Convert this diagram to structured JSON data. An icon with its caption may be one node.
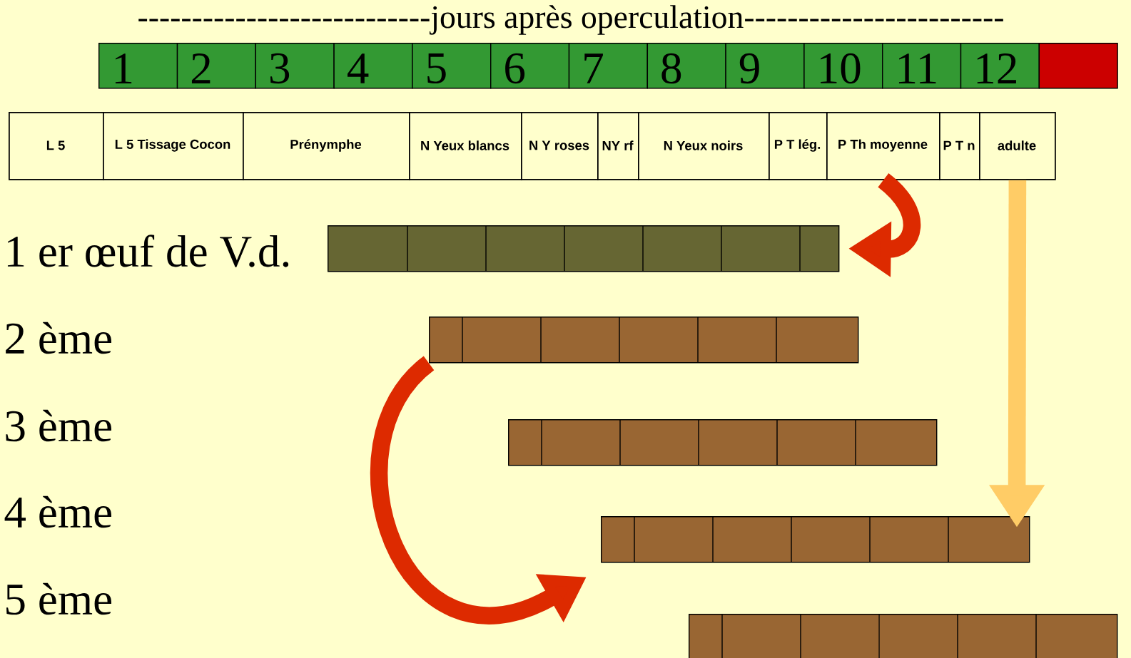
{
  "diagram": {
    "title": "---------------------------jours après operculation------------------------",
    "nodes": [
      {
        "text": [
          "1"
        ]
      },
      {
        "text": [
          "2"
        ]
      },
      {
        "text": [
          "3"
        ]
      },
      {
        "text": [
          "4"
        ]
      },
      {
        "text": [
          "5"
        ]
      },
      {
        "text": [
          "6"
        ]
      },
      {
        "text": [
          "7"
        ]
      },
      {
        "text": [
          "8"
        ]
      },
      {
        "text": [
          "9"
        ]
      },
      {
        "text": [
          "10"
        ]
      },
      {
        "text": [
          "11"
        ]
      },
      {
        "text": [
          "12"
        ]
      },
      {
        "text": [],
        "shape": "box"
      },
      {
        "text": [
          "L 5"
        ]
      },
      {
        "text": [
          "L 5 Tissage Cocon"
        ]
      },
      {
        "text": [
          "Prénymphe"
        ]
      },
      {
        "text": [
          "N Yeux blancs"
        ]
      },
      {
        "text": [
          "N Y roses"
        ]
      },
      {
        "text": [
          "NY rf"
        ]
      },
      {
        "text": [
          "N Yeux noirs"
        ]
      },
      {
        "text": [
          "P T lég."
        ]
      },
      {
        "text": [
          "P Th moyenne"
        ]
      },
      {
        "text": [
          "P T n"
        ]
      },
      {
        "text": [
          "adulte"
        ]
      },
      {
        "text": [],
        "shape": "bar"
      },
      {
        "text": [],
        "shape": "bar"
      },
      {
        "text": [],
        "shape": "bar"
      },
      {
        "text": [],
        "shape": "bar"
      },
      {
        "text": [],
        "shape": "bar"
      }
    ],
    "edges": [
      {
        "from": 21,
        "to": 24,
        "arrow": "to",
        "color": "#dd2a00"
      },
      {
        "from": 25,
        "to": 27,
        "arrow": "to",
        "color": "#dd2a00"
      },
      {
        "from": 23,
        "to": 27,
        "arrow": "to",
        "color": "#ffcc66"
      }
    ],
    "labels": [
      "1 er œuf de V.d.",
      "2 ème",
      "3 ème",
      "4 ème",
      "5 ème"
    ]
  }
}
